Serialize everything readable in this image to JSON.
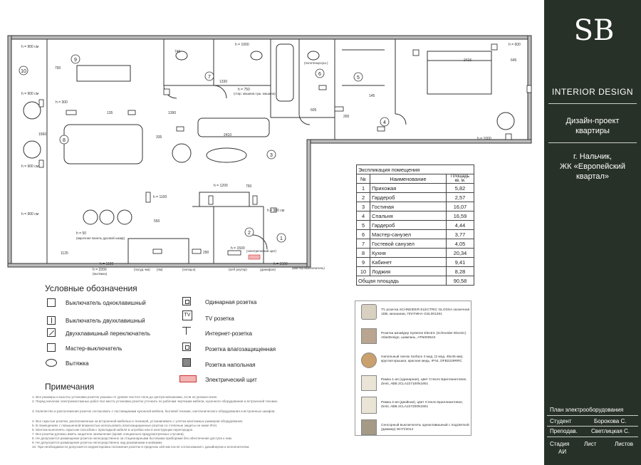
{
  "brand": {
    "logo": "SB",
    "name": "INTERIOR DESIGN"
  },
  "project": {
    "line1": "Дизайн-проект",
    "line2": "квартиры",
    "location1": "г. Нальчик,",
    "location2": "ЖК «Европейский",
    "location3": "квартал»"
  },
  "stamp": {
    "title": "План электрооборудования",
    "student_label": "Студент",
    "student": "Борокова С.",
    "teacher_label": "Преподав.",
    "teacher": "Светлицкая С.",
    "stage_label": "Стадия",
    "sheet_label": "Лист",
    "sheets_label": "Листов",
    "stage": "АИ"
  },
  "explication": {
    "title": "Экспликация помещения",
    "headers": [
      "№",
      "Наименование",
      "Площадь кв. м."
    ],
    "rows": [
      [
        "1",
        "Прихожая",
        "5,82"
      ],
      [
        "2",
        "Гардероб",
        "2,57"
      ],
      [
        "3",
        "Гостиная",
        "16,07"
      ],
      [
        "4",
        "Спальня",
        "16,59"
      ],
      [
        "5",
        "Гардероб",
        "4,44"
      ],
      [
        "6",
        "Мастер-санузел",
        "3,77"
      ],
      [
        "7",
        "Гостевой санузел",
        "4,05"
      ],
      [
        "8",
        "Кухня",
        "20,34"
      ],
      [
        "9",
        "Кабинет",
        "9,41"
      ],
      [
        "10",
        "Лоджия",
        "8,28"
      ]
    ],
    "total_label": "Общая площадь",
    "total": "90,58"
  },
  "legend": {
    "title": "Условные обозначения",
    "left": [
      "Выключатель одноклавишный",
      "Выключатель двухклавишный",
      "Двухклавишный переключатель",
      "Мастер-выключатель",
      "Вытяжка"
    ],
    "right": [
      "Одинарная розетка",
      "TV розетка",
      "Интернет-розетка",
      "Розетка влагозащищенная",
      "Розетка напольная",
      "Электрический щит"
    ],
    "panel_color": "#f2b3b3"
  },
  "notes": {
    "title": "Примечания",
    "items": [
      "1. Все размеры и высоты установки розеток указаны от уровня чистого пола до центра механизма, если не указано иное.",
      "2. Перед началом электромонтажных работ все места установки розеток уточнить по рабочим чертежам мебели, кухонного оборудования и встроенной техники.",
      "3. Количество и расположение розеток согласовать с поставщиками кухонной мебели, бытовой техники, сантехнического оборудования и встроенных шкафов.",
      "4. Все скрытые розетки, расположенные за встроенной мебелью и техникой, устанавливать с учетом монтажных размеров оборудования.",
      "5. В помещениях с повышенной влажностью использовать влагозащищенные розетки со степенью защиты не ниже IP44.",
      "6. Монтаж выполнять скрытым способом с прокладкой кабеля в штробах или в конструкции перегородок.",
      "7. Все розетки должны иметь защитное заземление (кроме специально предусмотренных случаев).",
      "8. Не допускается размещение розеток непосредственно за стационарными бытовыми приборами без обеспечения доступа к ним.",
      "9. Не допускается размещение розеток непосредственно над раковинами и мойками.",
      "10. При необходимости допускается корректировка положения розеток в пределах ±50 мм после согласования с дизайнером и исполнителем."
    ]
  },
  "products": [
    "TV розетка SCHNEIDER ELECTRIC GLOSSA оконечная 1DB, механизм, ПЛАТИНА GSL001291",
    "Розетка Шнайдер Systeme Electric (Schneider Electric) AtlasDesign, шампань, ATN000544",
    "Напольный лючок Surface 4 мод. (2 мод. 45х45 мм), круглая крышка, красная медь, IP44, DFB2229RRC",
    "Рамка 1-ая (одинарная), цвет Стекло Бриллиантовое, Zenit, ABB 2CLA227100N1901",
    "Рамка 2-ая (двойная), цвет Стекло Бриллиантовое, Zenit, ABB 2CLA227200N1901",
    "Сенсорный выключатель одноклавишный с подсветкой (диммер) Wi-Fi/2014"
  ],
  "plan": {
    "rooms": [
      "1",
      "2",
      "3",
      "4",
      "5",
      "6",
      "7",
      "8",
      "9",
      "10"
    ],
    "dims": [
      "1125",
      "1560",
      "1390",
      "2410",
      "740",
      "1330",
      "2415",
      "645",
      "335",
      "605",
      "750",
      "290",
      "135",
      "145",
      "265",
      "760",
      "550"
    ],
    "heights": [
      "h = 900 см",
      "h = 300",
      "h = 1000",
      "h = 1100",
      "h = 1500",
      "h = 1200",
      "h = 50",
      "h = 2200",
      "h = 600",
      "h = 750"
    ],
    "labels": [
      "(стир. машина суш. машина)",
      "(полотенцесуш.)",
      "(варочная панель духовой шкаф)",
      "(вытяжка)",
      "(посуд.-ма)",
      "(пм)",
      "(холод-к)",
      "(wi-fi роутер)",
      "(домофон)",
      "(мастер-выключатель)",
      "(электрический щит)"
    ]
  }
}
